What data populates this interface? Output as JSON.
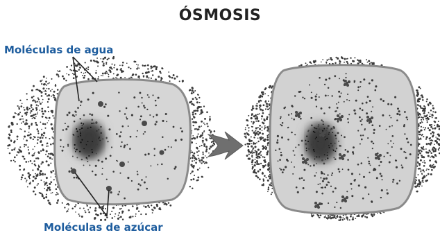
{
  "diagram": {
    "title": "ÓSMOSIS",
    "labels": {
      "water_molecules": "Moléculas de agua",
      "sugar_molecules": "Moléculas de azúcar"
    },
    "colors": {
      "label_blue": "#1e5d9e",
      "arrow": "#6f6f6f",
      "membrane": "#8a8a8a",
      "dots": "#3b3b3b"
    }
  }
}
